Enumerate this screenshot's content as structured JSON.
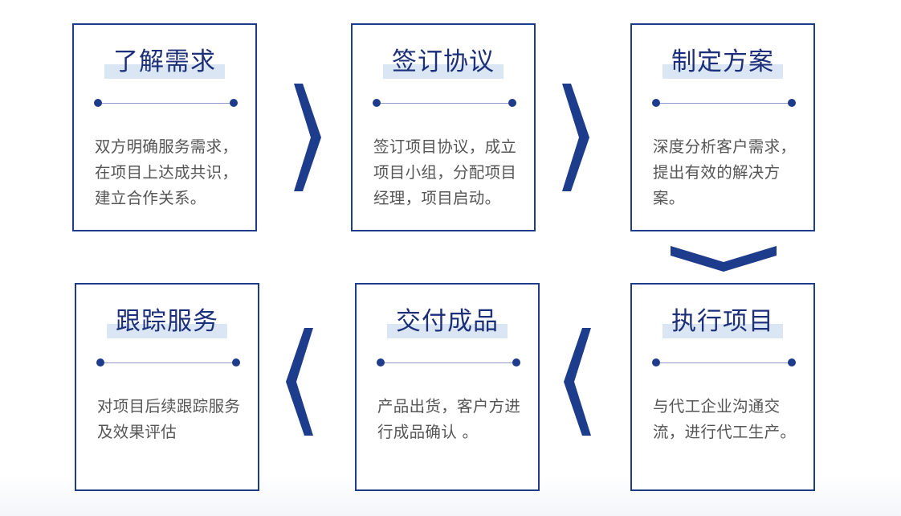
{
  "steps": [
    {
      "title": "了解需求",
      "desc": "双方明确服务需求，在项目上达成共识，建立合作关系。"
    },
    {
      "title": "签订协议",
      "desc": "签订项目协议，成立项目小组，分配项目经理，项目启动。"
    },
    {
      "title": "制定方案",
      "desc": "深度分析客户需求，提出有效的解决方案。"
    },
    {
      "title": "执行项目",
      "desc": "与代工企业沟通交流，进行代工生产。"
    },
    {
      "title": "交付成品",
      "desc": "产品出货，客户方进行成品确认 。"
    },
    {
      "title": "跟踪服务",
      "desc": "对项目后续跟踪服务及效果评估"
    }
  ],
  "colors": {
    "border": "#1e3c8c",
    "title": "#1c2f7a",
    "highlight": "#dbe6f4",
    "text": "#555555",
    "arrow": "#1e3c8c"
  },
  "arrows": {
    "right_icon": "chevron-right-icon",
    "left_icon": "chevron-left-icon",
    "down_icon": "chevron-down-icon"
  }
}
